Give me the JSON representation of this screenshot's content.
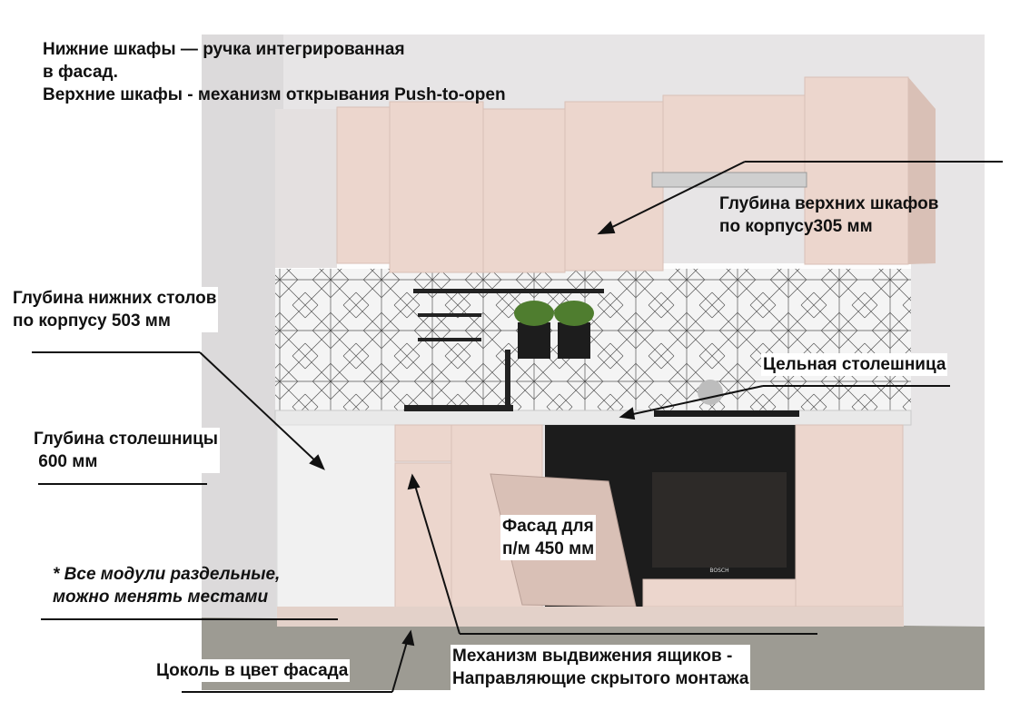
{
  "annotations": {
    "handles": [
      "Нижние шкафы — ручка интегрированная",
      "в фасад.",
      "Верхние шкафы - механизм открывания Push-to-open"
    ],
    "upper_depth": [
      "Глубина верхних шкафов",
      "по корпусу305 мм"
    ],
    "lower_depth": [
      "Глубина нижних столов",
      "по корпусу 503 мм"
    ],
    "countertop_solid": "Цельная столешница",
    "countertop_depth": [
      "Глубина столешницы",
      " 600 мм"
    ],
    "dishwasher_facade": [
      "Фасад для",
      "п/м 450 мм"
    ],
    "modules_note": [
      "* Все модули раздельные,",
      "можно менять местами"
    ],
    "plinth": "Цоколь в цвет фасада",
    "drawer_mechanism": [
      "Механизм выдвижения ящиков -",
      "Направляющие скрытого монтажа"
    ]
  },
  "oven_brand": "BOSCH",
  "colors": {
    "facade": "#ecd6cd",
    "facade_shadow": "#d9c0b6",
    "wall": "#e7e5e6",
    "floor": "#9d9b93",
    "countertop": "#e9e9e9",
    "appliance": "#1c1c1c",
    "text": "#111111"
  }
}
